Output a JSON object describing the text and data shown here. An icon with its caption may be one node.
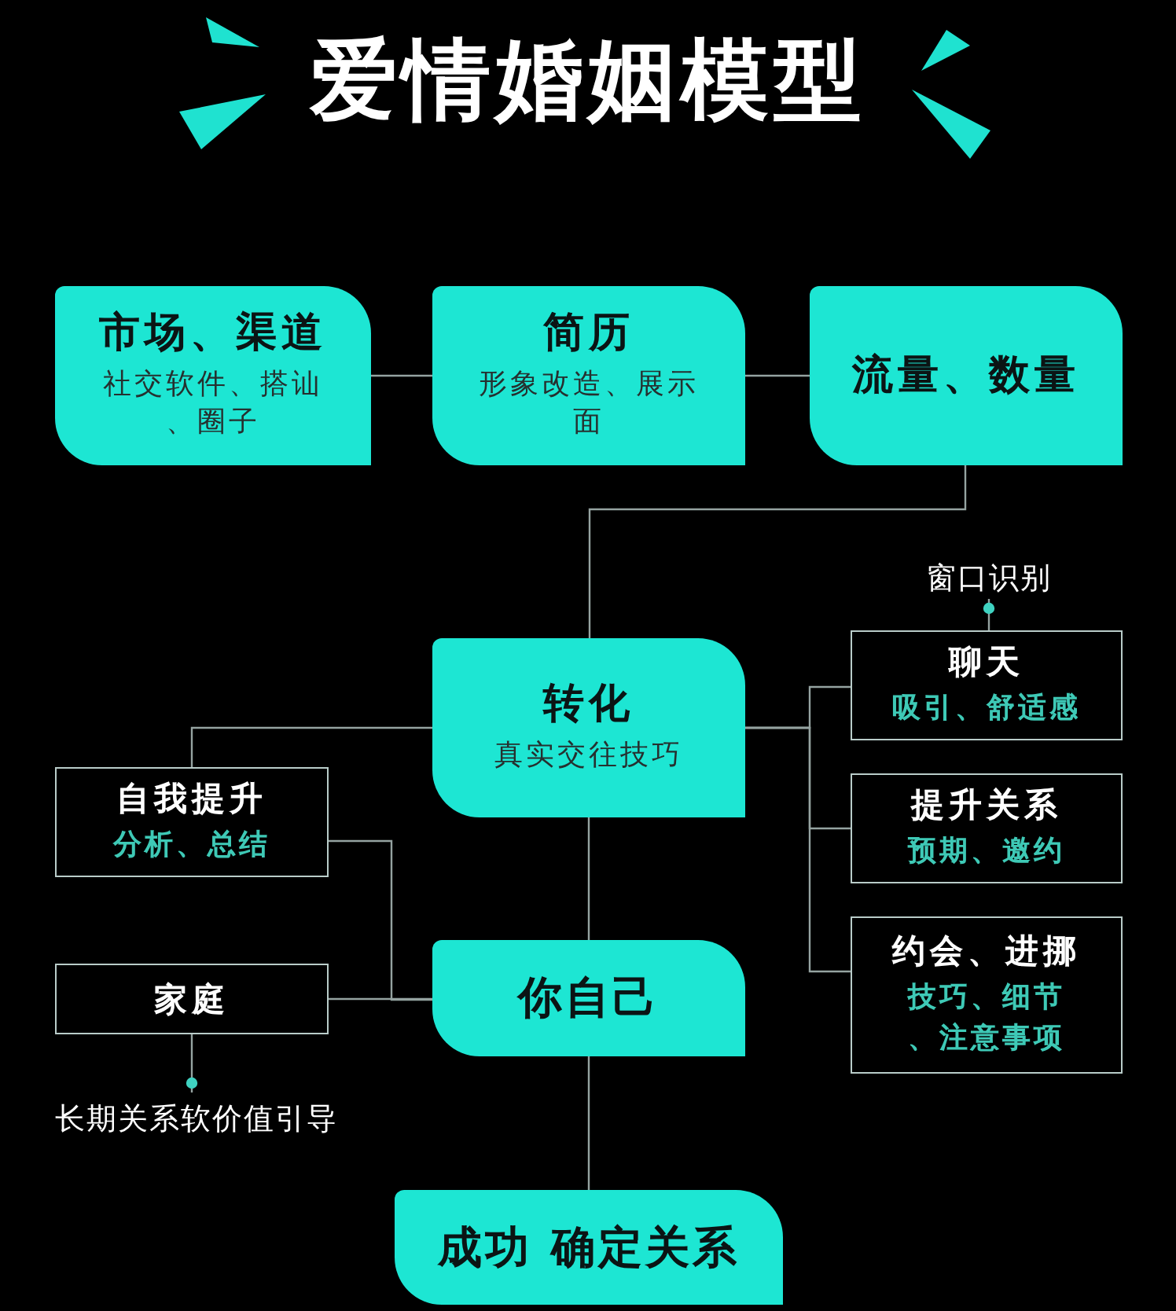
{
  "diagram": {
    "title": "爱情婚姻模型",
    "nodes": [
      {
        "text": [
          "市场、渠道",
          "社交软件、搭讪、圈子"
        ]
      },
      {
        "text": [
          "简历",
          "形象改造、展示面"
        ]
      },
      {
        "text": [
          "流量、数量"
        ]
      },
      {
        "text": [
          "窗口识别"
        ]
      },
      {
        "text": [
          "转化",
          "真实交往技巧"
        ]
      },
      {
        "text": [
          "聊天",
          "吸引、舒适感"
        ]
      },
      {
        "text": [
          "自我提升",
          "分析、总结"
        ]
      },
      {
        "text": [
          "提升关系",
          "预期、邀约"
        ]
      },
      {
        "text": [
          "约会、进挪",
          "技巧、细节、注意事项"
        ]
      },
      {
        "text": [
          "你自己"
        ]
      },
      {
        "text": [
          "家庭"
        ]
      },
      {
        "text": [
          "长期关系软价值引导"
        ]
      },
      {
        "text": [
          "成功 确定关系"
        ]
      }
    ],
    "edges": [
      {
        "from": 0,
        "to": 1,
        "arrow": "none"
      },
      {
        "from": 1,
        "to": 2,
        "arrow": "none"
      },
      {
        "from": 2,
        "to": 4,
        "arrow": "none"
      },
      {
        "from": 3,
        "to": 5,
        "arrow": "other"
      },
      {
        "from": 4,
        "to": 5,
        "arrow": "none"
      },
      {
        "from": 4,
        "to": 7,
        "arrow": "none"
      },
      {
        "from": 4,
        "to": 8,
        "arrow": "none"
      },
      {
        "from": 4,
        "to": 6,
        "arrow": "none"
      },
      {
        "from": 4,
        "to": 9,
        "arrow": "none"
      },
      {
        "from": 6,
        "to": 9,
        "arrow": "none"
      },
      {
        "from": 10,
        "to": 9,
        "arrow": "none"
      },
      {
        "from": 11,
        "to": 10,
        "arrow": "other"
      },
      {
        "from": 9,
        "to": 12,
        "arrow": "none"
      }
    ]
  }
}
